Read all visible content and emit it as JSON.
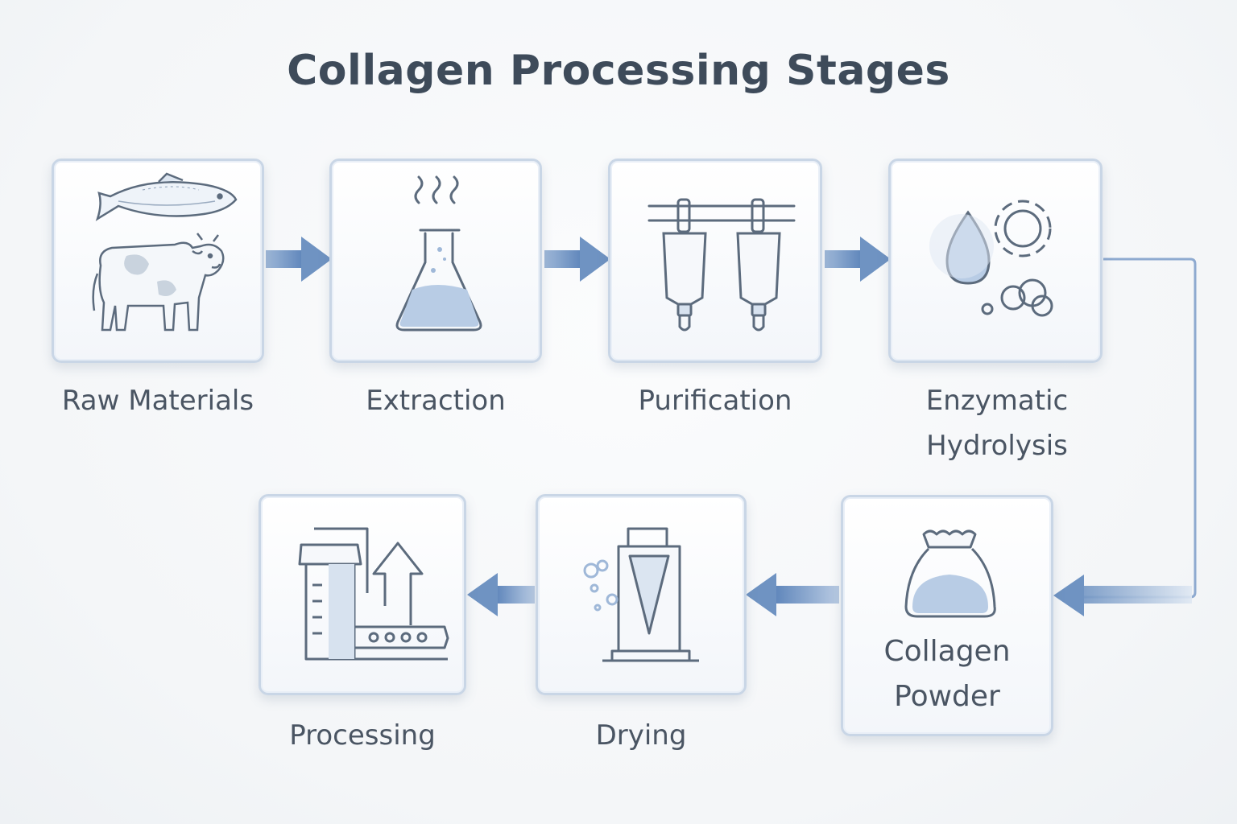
{
  "title": "Collagen Processing Stages",
  "stages": {
    "raw_materials": "Raw Materials",
    "extraction": "Extraction",
    "purification": "Purification",
    "enzymatic_line1": "Enzymatic",
    "enzymatic_line2": "Hydrolysis",
    "collagen_line1": "Collagen",
    "collagen_line2": "Powder",
    "drying": "Drying",
    "processing": "Processing"
  },
  "icons": {
    "raw_materials": [
      "fish-icon",
      "cow-icon"
    ],
    "extraction": "flask-icon",
    "purification": "filter-columns-icon",
    "enzymatic": [
      "water-drop-icon",
      "gear-icon",
      "bubbles-icon"
    ],
    "collagen_powder": "powder-bag-icon",
    "drying": "spray-dryer-icon",
    "processing": "factory-conveyor-icon"
  },
  "colors": {
    "arrow": "#6f93c2",
    "box_border": "#c9d6e6",
    "icon_stroke": "#5c6b7d",
    "accent_fill": "#a9c1e0",
    "text": "#4a5563"
  }
}
